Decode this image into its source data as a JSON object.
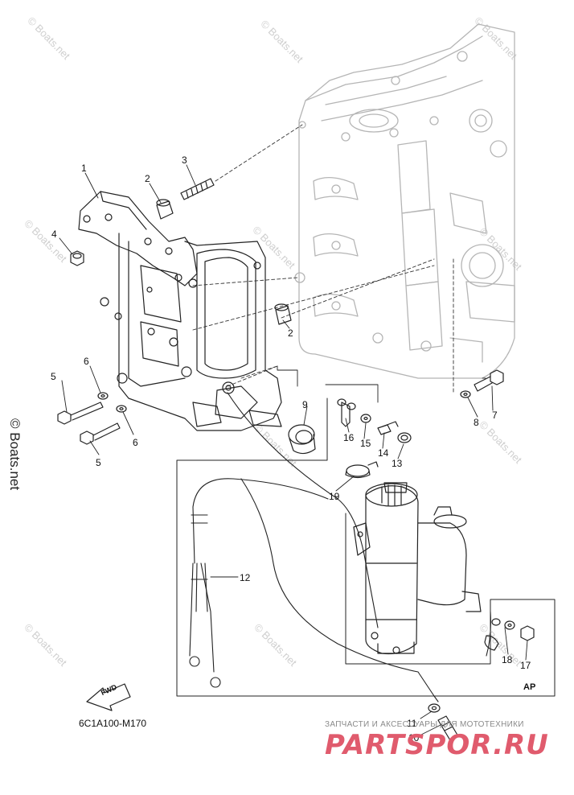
{
  "diagram_code": "6C1A100-M170",
  "variant_label": "AP",
  "fwd_label": "FWD",
  "watermark": {
    "text": "© Boats.net"
  },
  "brand": {
    "tagline": "ЗАПЧАСТИ И АКСЕССУАРЫ ДЛЯ МОТОТЕХНИКИ",
    "name": "PARTSPOR.RU"
  },
  "callouts": [
    "1",
    "2",
    "3",
    "4",
    "5",
    "6",
    "6",
    "5",
    "2",
    "7",
    "8",
    "9",
    "16",
    "15",
    "14",
    "13",
    "19",
    "12",
    "18",
    "17",
    "11",
    "10"
  ],
  "colors": {
    "line": "#222222",
    "ghost": "#bdbdbd",
    "watermark": "#cfcfcf",
    "brand": "#e05b6d"
  }
}
